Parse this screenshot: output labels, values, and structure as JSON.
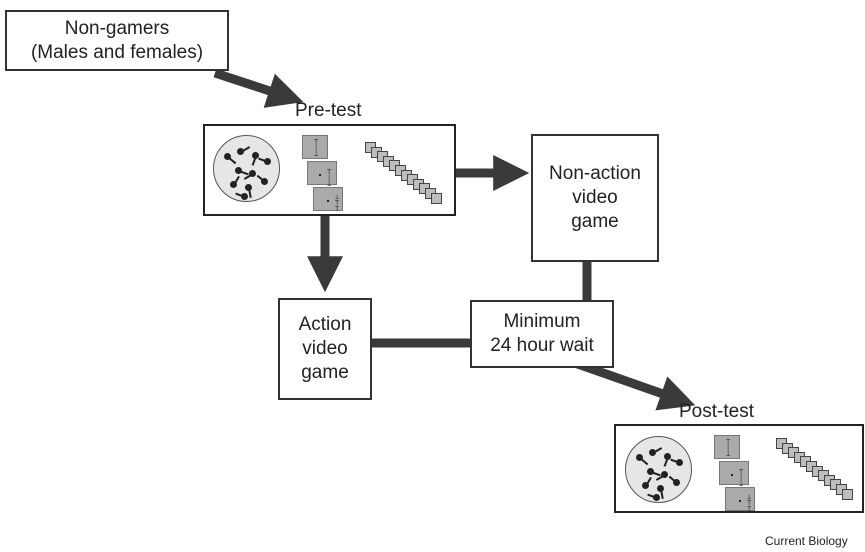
{
  "nodes": {
    "non_gamers": "Non-gamers\n(Males and females)",
    "pre_test": "Pre-test",
    "non_action": "Non-action\nvideo\ngame",
    "action": "Action\nvideo\ngame",
    "wait": "Minimum\n24 hour wait",
    "post_test": "Post-test"
  },
  "credit": "Current Biology",
  "colors": {
    "arrow": "#3a3a3a",
    "box_border": "#333333",
    "card": "#aaaaaa",
    "disk": "#e6e6e6"
  }
}
